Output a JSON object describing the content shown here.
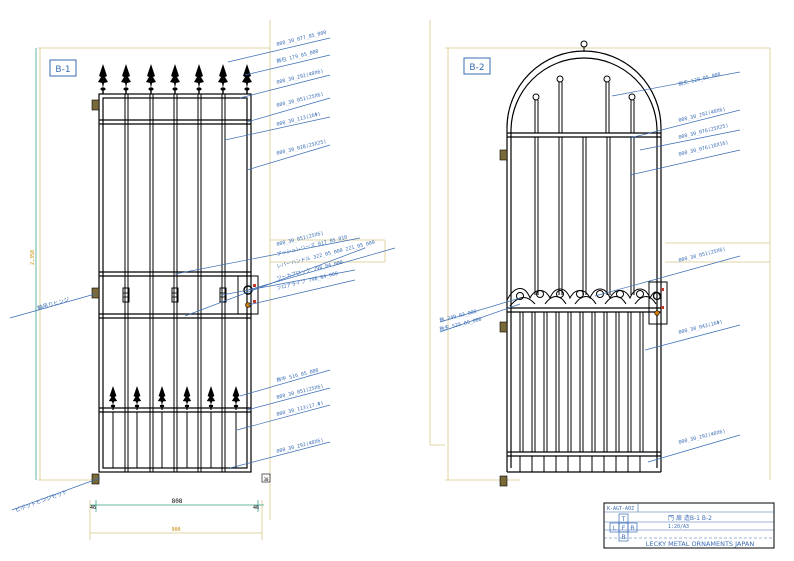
{
  "views": {
    "b1": {
      "label": "B-1"
    },
    "b2": {
      "label": "B-2"
    }
  },
  "b1_callouts": [
    "000_30_077_05_000",
    "飾包 179_05_000",
    "000_30_292(40X6)",
    "000_30_051(25X6)",
    "000_30_113(16Φ)",
    "000_30_028(25X25)",
    "000_30_051(25X6)",
    "プッシュレリーズ 017_05_010",
    "レバーハンドル 322_05_000 221_05_000",
    "ワーカブロック 798_04_000",
    "フロアライフ 798_04_000",
    "飾中 516_05_000",
    "000_30_051(25X6)",
    "000_30_113(17.Φ)",
    "000_30_292(40X6)"
  ],
  "b1_left_callouts": [
    "軸吊りヒンジ",
    "ピボットヒンジセット"
  ],
  "b1_dims": {
    "height": "2,350",
    "inner_width": "808",
    "left_gap": "46",
    "right_gap": "46",
    "total_width": "900",
    "post_mark": "30"
  },
  "b2_callouts": [
    "飾先 520_05_000",
    "000_30_292(40X6)",
    "000_30_076(25X25)",
    "000_30_076(16X16)",
    "000_30_051(25X6)",
    "000_30_043(16Φ)",
    "000_30_292(40X6)"
  ],
  "b2_left_callouts": [
    "飾 249_02_000",
    "飾先 525_05_000"
  ],
  "title_block": {
    "code": "K-AGT-A0Z",
    "title": "門 扉 造B-1 B-2",
    "scale": "1:20/A3",
    "marks": [
      "T",
      "L",
      "F",
      "R",
      "B"
    ],
    "company": "LECKY METAL ORNAMENTS JAPAN"
  }
}
